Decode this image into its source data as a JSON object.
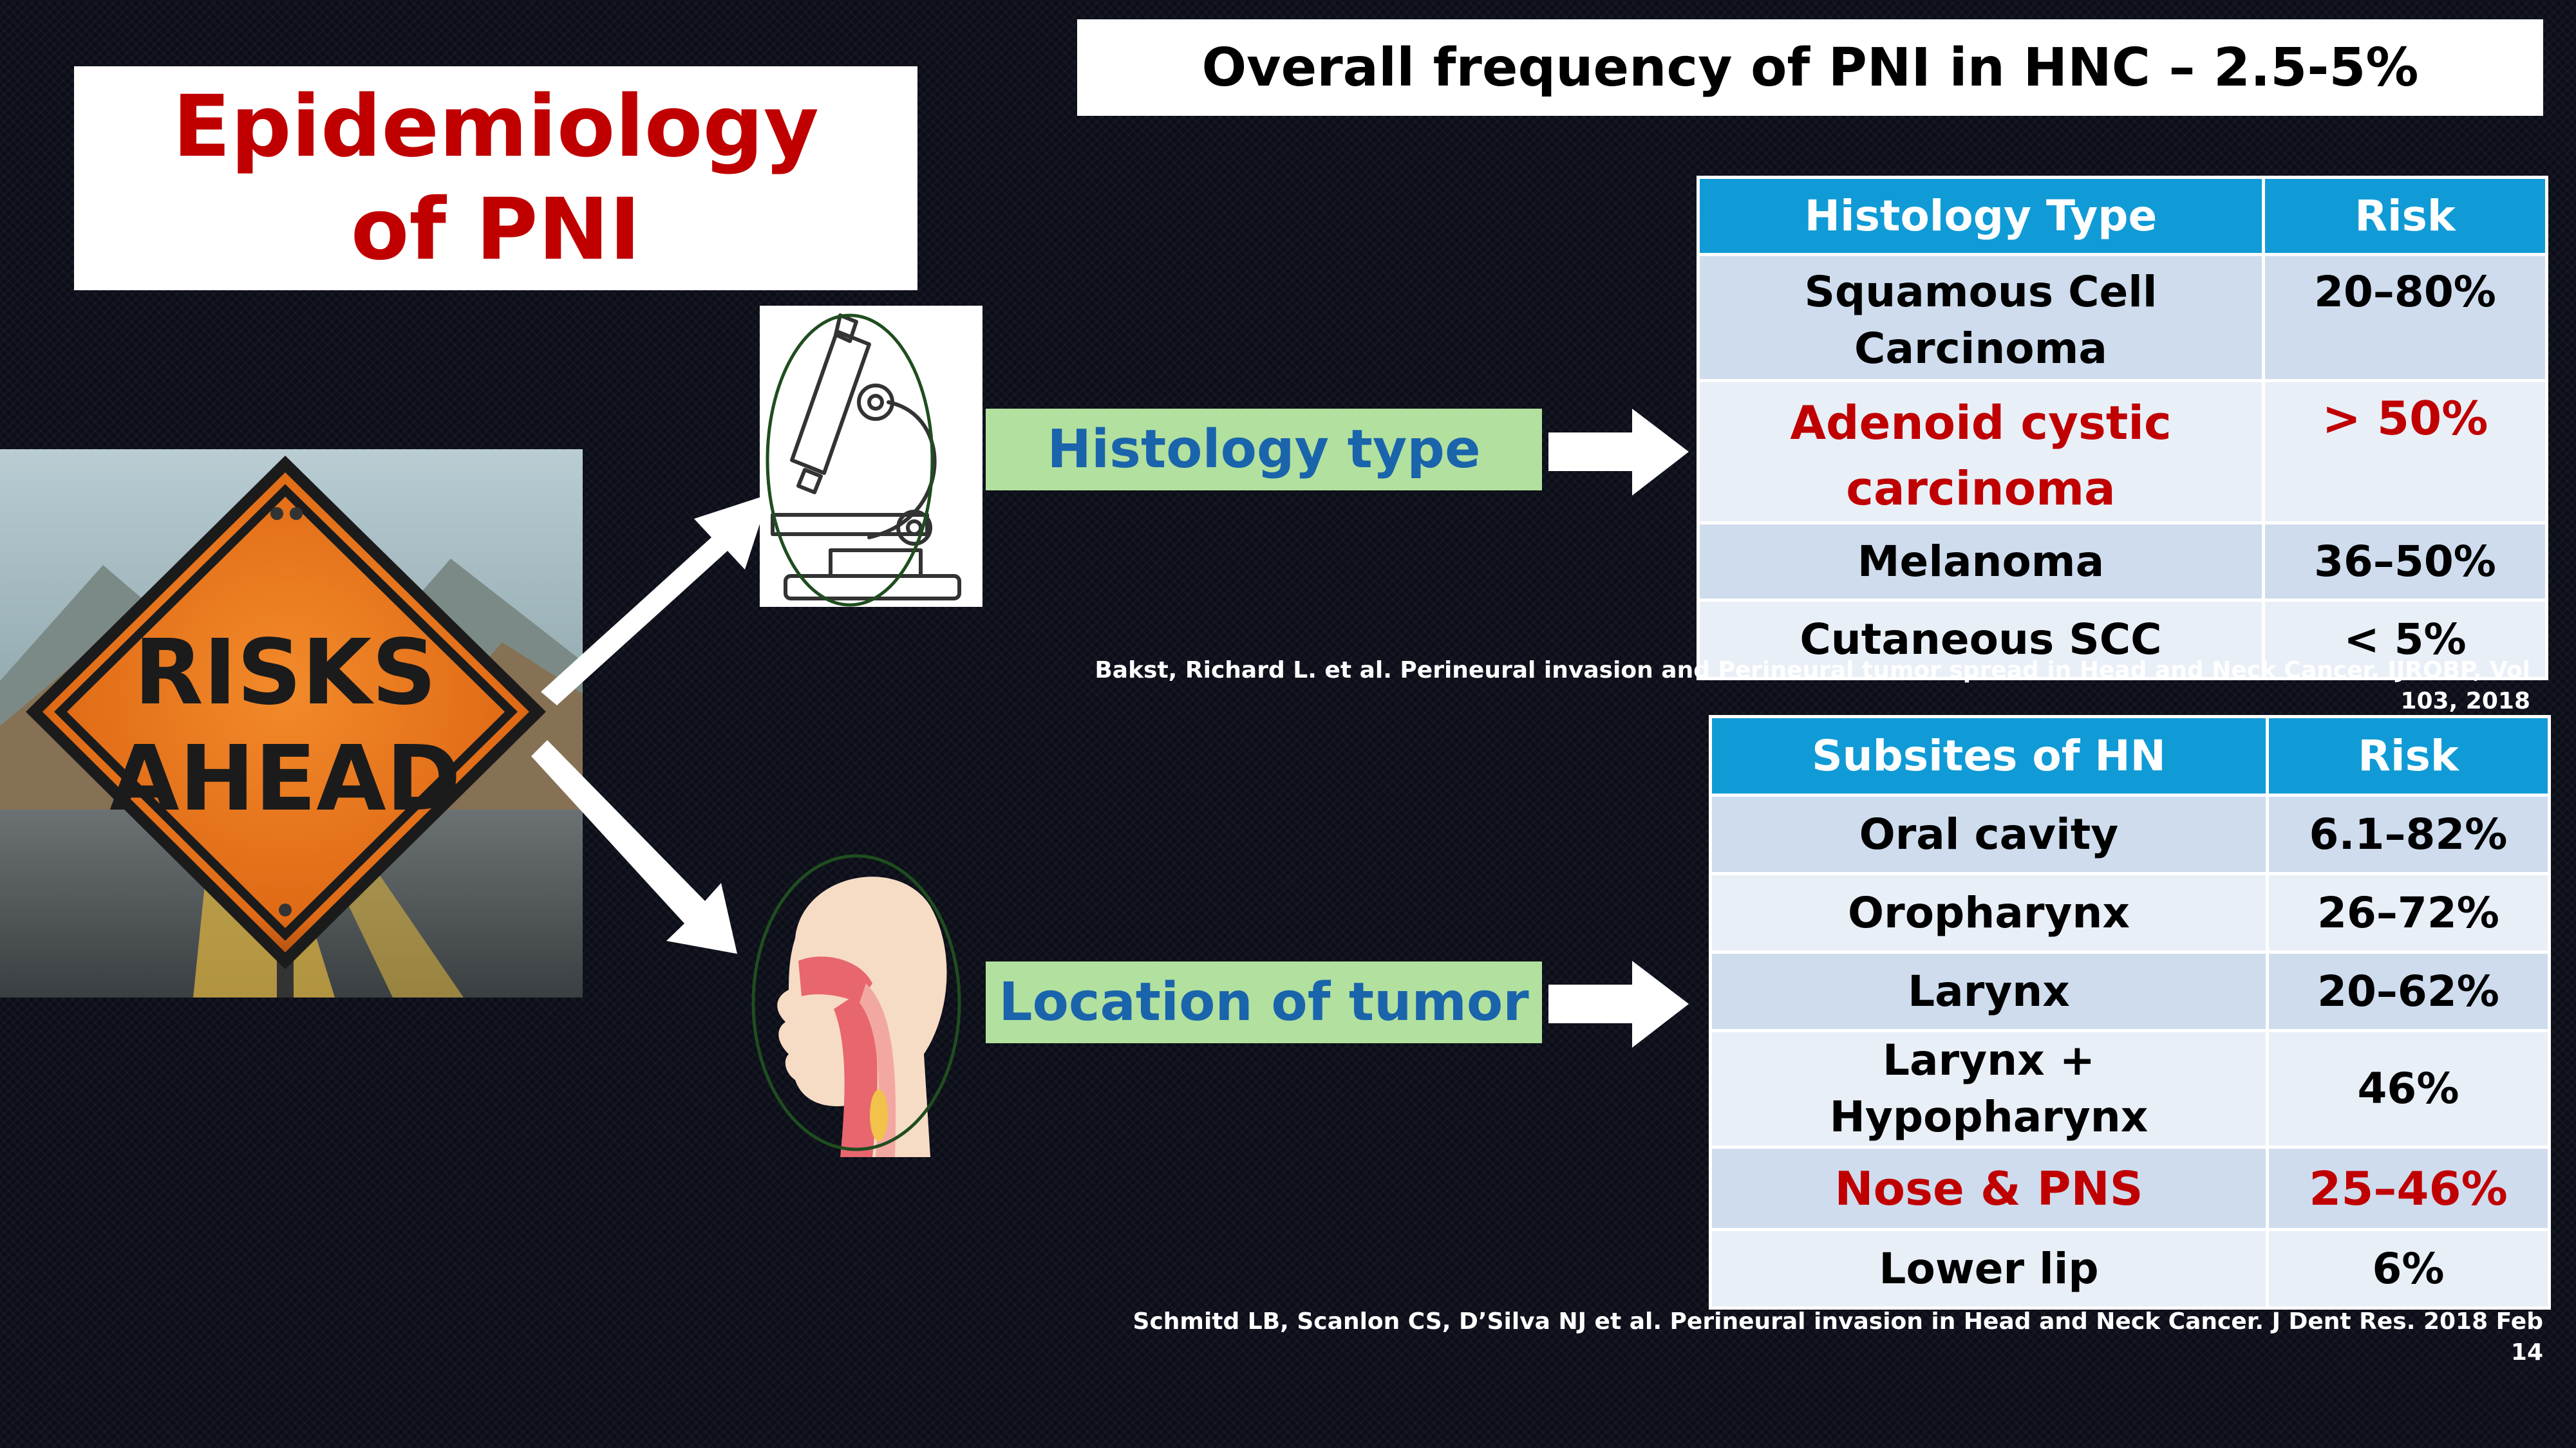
{
  "title": "Epidemiology of PNI",
  "headline": "Overall frequency of PNI in HNC – 2.5-5%",
  "risk_sign": {
    "line1": "RISKS",
    "line2": "AHEAD",
    "sign_color": "#e8741c"
  },
  "labels": {
    "histology": "Histology type",
    "location": "Location of tumor"
  },
  "histology_table": {
    "headers": [
      "Histology Type",
      "Risk"
    ],
    "rows": [
      {
        "type": "Squamous Cell Carcinoma",
        "risk": "20–80%"
      },
      {
        "type": "Adenoid cystic carcinoma",
        "risk": "> 50%"
      },
      {
        "type": "Melanoma",
        "risk": "36–50%"
      },
      {
        "type": "Cutaneous SCC",
        "risk": "< 5%"
      }
    ]
  },
  "subsite_table": {
    "headers": [
      "Subsites of HN",
      "Risk"
    ],
    "rows": [
      {
        "site": "Oral cavity",
        "risk": "6.1–82%"
      },
      {
        "site": "Oropharynx",
        "risk": "26–72%"
      },
      {
        "site": "Larynx",
        "risk": "20–62%"
      },
      {
        "site": "Larynx + Hypopharynx",
        "risk": "46%"
      },
      {
        "site": "Nose & PNS",
        "risk": "25–46%"
      },
      {
        "site": "Lower lip",
        "risk": "6%"
      }
    ]
  },
  "citations": {
    "first": "Bakst, Richard L. et al. Perineural invasion and Perineural tumor spread in Head and Neck Cancer. IJROBP, Vol 103, 2018",
    "second": "Schmitd LB, Scanlon CS, D’Silva NJ et al. Perineural invasion in Head and Neck Cancer. J Dent Res. 2018 Feb 14"
  },
  "colors": {
    "title_red": "#c00000",
    "header_blue": "#109bd6",
    "label_green": "#b2e09e",
    "label_text_blue": "#1a64ac"
  }
}
